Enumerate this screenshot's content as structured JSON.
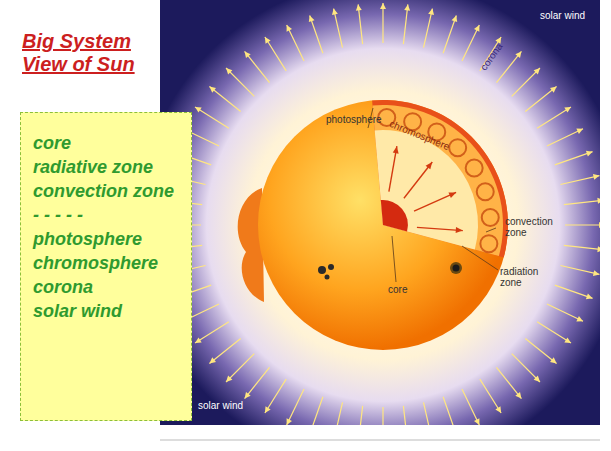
{
  "diagram": {
    "title": "Big System View of Sun",
    "nodes": [
      {
        "text": [
          "core",
          "radiative zone",
          "convection zone",
          "- - - - -",
          "photosphere",
          "chromosphere",
          "corona",
          "solar wind"
        ]
      }
    ],
    "labels": [
      "solar wind",
      "corona",
      "photosphere",
      "chromosphere",
      "convection zone",
      "radiation zone",
      "core",
      "solar wind"
    ]
  }
}
